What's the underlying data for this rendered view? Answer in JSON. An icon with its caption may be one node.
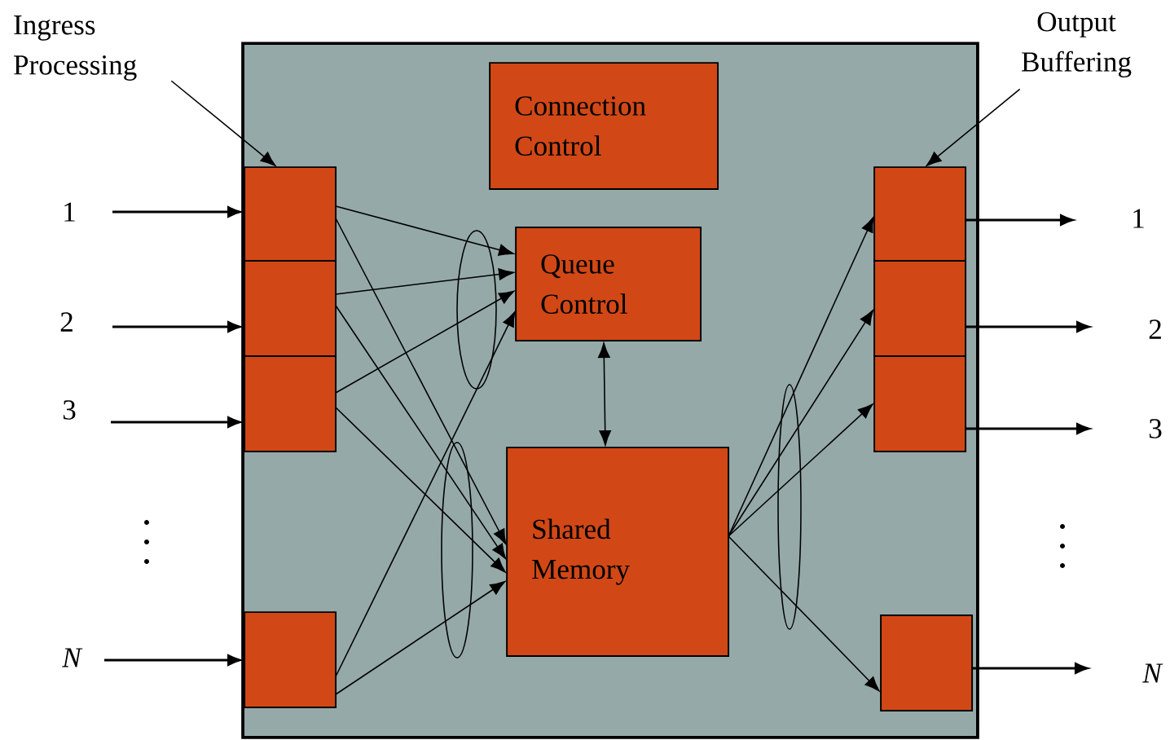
{
  "diagram": {
    "nodes": [
      {
        "text": [
          "Ingress Processing"
        ]
      },
      {
        "text": [
          "Output Buffering"
        ]
      },
      {
        "text": [],
        "shape": "box"
      },
      {
        "text": [
          "Connection Control"
        ],
        "in": 2
      },
      {
        "text": [
          "Queue Control"
        ],
        "in": 2
      },
      {
        "text": [
          "Shared Memory"
        ],
        "in": 2
      },
      {
        "text": [],
        "shape": "box",
        "in": 2
      },
      {
        "text": [],
        "shape": "box",
        "in": 2
      },
      {
        "text": [],
        "shape": "box",
        "in": 2
      },
      {
        "text": [],
        "shape": "box",
        "in": 2
      },
      {
        "text": [],
        "shape": "box",
        "in": 2
      },
      {
        "text": [],
        "shape": "box",
        "in": 2
      },
      {
        "text": [],
        "shape": "box",
        "in": 2
      },
      {
        "text": [],
        "shape": "box",
        "in": 2
      }
    ],
    "edges": [
      {
        "from": null,
        "to": 6,
        "arrow": "to"
      },
      {
        "from": null,
        "to": 7,
        "arrow": "to"
      },
      {
        "from": null,
        "to": 8,
        "arrow": "to"
      },
      {
        "from": null,
        "to": 9,
        "arrow": "to"
      },
      {
        "from": 0,
        "to": 6,
        "arrow": "to"
      },
      {
        "from": 1,
        "to": 10,
        "arrow": "to"
      },
      {
        "from": 6,
        "to": 4,
        "arrow": "to"
      },
      {
        "from": 6,
        "to": 5,
        "arrow": "to"
      },
      {
        "from": 7,
        "to": 4,
        "arrow": "to"
      },
      {
        "from": 7,
        "to": 5,
        "arrow": "to"
      },
      {
        "from": 8,
        "to": 4,
        "arrow": "to"
      },
      {
        "from": 8,
        "to": 5,
        "arrow": "to"
      },
      {
        "from": 9,
        "to": 4,
        "arrow": "to"
      },
      {
        "from": 9,
        "to": 5,
        "arrow": "to"
      },
      {
        "from": 4,
        "to": 5,
        "arrow": "both"
      },
      {
        "from": 5,
        "to": 10,
        "arrow": "to"
      },
      {
        "from": 5,
        "to": 11,
        "arrow": "to"
      },
      {
        "from": 5,
        "to": 12,
        "arrow": "to"
      },
      {
        "from": 5,
        "to": 13,
        "arrow": "to"
      },
      {
        "from": 10,
        "to": null,
        "arrow": "to"
      },
      {
        "from": 11,
        "to": null,
        "arrow": "to"
      },
      {
        "from": 12,
        "to": null,
        "arrow": "to"
      },
      {
        "from": 13,
        "to": null,
        "arrow": "to"
      }
    ],
    "labels": [
      "1",
      "2",
      "3",
      "N",
      "1",
      "2",
      "3",
      "N"
    ]
  }
}
